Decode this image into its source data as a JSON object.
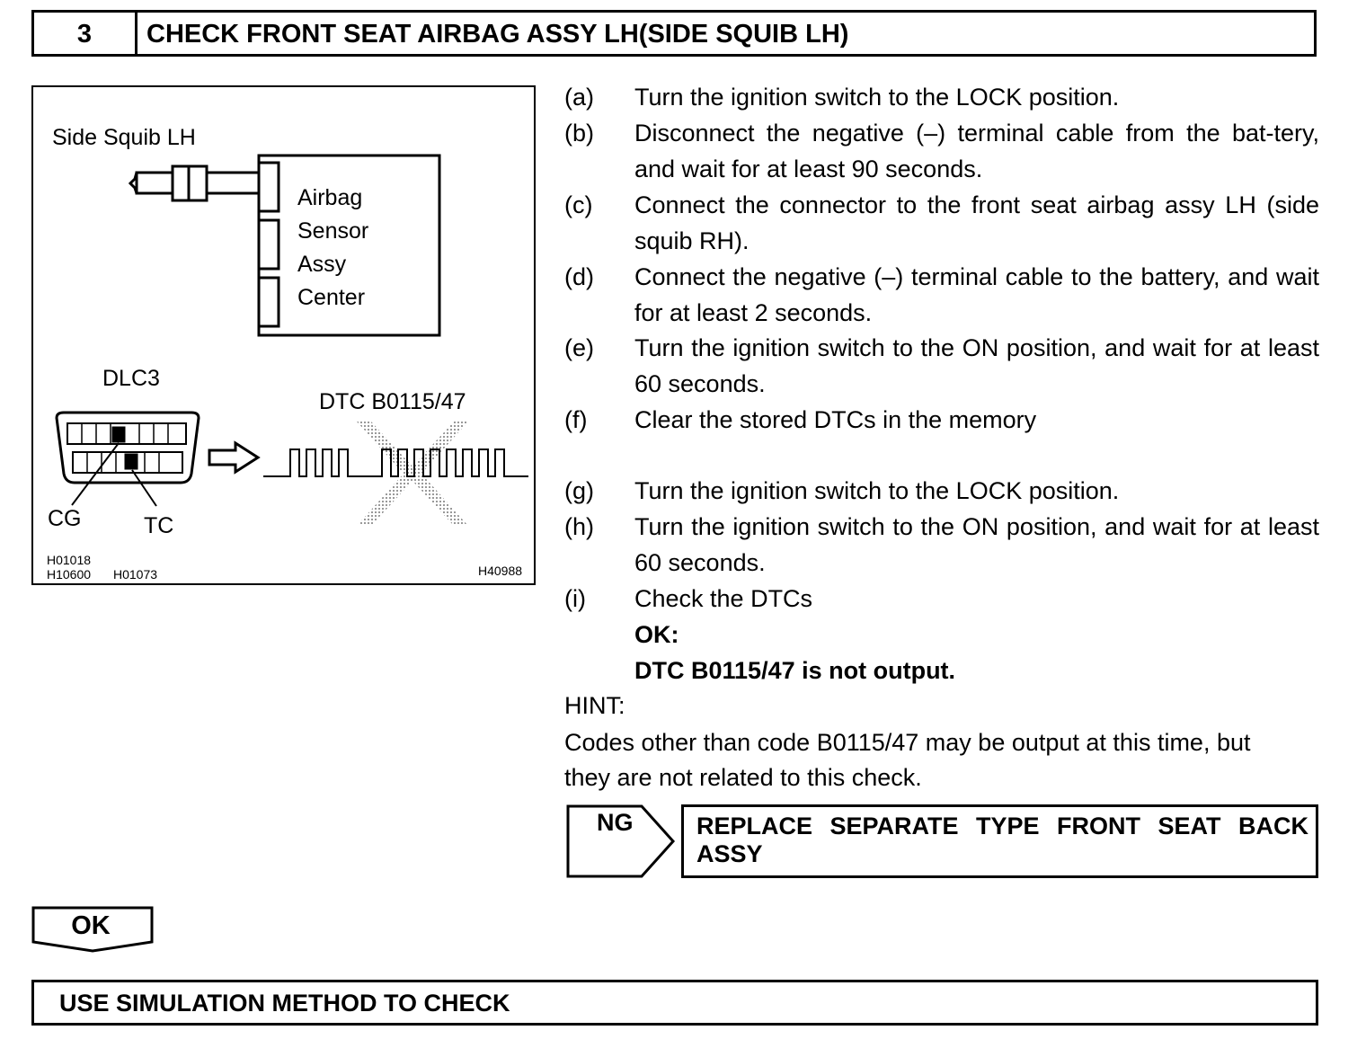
{
  "header": {
    "number": "3",
    "title": "CHECK FRONT SEAT AIRBAG ASSY LH(SIDE SQUIB LH)"
  },
  "figure": {
    "side_squib_label": "Side Squib LH",
    "sensor_lines": [
      "Airbag",
      "Sensor",
      "Assy",
      "Center"
    ],
    "dlc_label": "DLC3",
    "dtc_label": "DTC B0115/47",
    "cg_label": "CG",
    "tc_label": "TC",
    "codes_left": [
      "H01018",
      "H10600",
      "H01073"
    ],
    "code_right": "H40988"
  },
  "steps": [
    {
      "letter": "(a)",
      "text": "Turn the ignition switch to the LOCK position."
    },
    {
      "letter": "(b)",
      "text": "Disconnect the negative (–) terminal cable from the bat-tery, and wait for at least 90 seconds."
    },
    {
      "letter": "(c)",
      "text": "Connect the connector to the front seat airbag assy LH (side squib RH)."
    },
    {
      "letter": "(d)",
      "text": "Connect the negative (–) terminal cable to the battery, and wait for at least 2 seconds."
    },
    {
      "letter": "(e)",
      "text": "Turn the ignition switch to the ON position, and wait for at least 60 seconds."
    },
    {
      "letter": "(f)",
      "text": "Clear the stored DTCs in the memory"
    },
    {
      "letter": "(g)",
      "text": "Turn the ignition switch to the LOCK position."
    },
    {
      "letter": "(h)",
      "text": "Turn the ignition switch to the ON position, and wait for at least 60 seconds."
    },
    {
      "letter": "(i)",
      "text": "Check the DTCs"
    }
  ],
  "ok_condition": {
    "label": "OK:",
    "text": "DTC B0115/47 is not output."
  },
  "hint": {
    "label": "HINT:",
    "lines": [
      "Codes other than code B0115/47 may be output at this time, but",
      "they are not related to this check."
    ]
  },
  "ng": {
    "label": "NG",
    "text": "REPLACE SEPARATE TYPE FRONT SEAT BACK ASSY"
  },
  "ok_button": "OK",
  "footer": "USE SIMULATION METHOD TO CHECK"
}
